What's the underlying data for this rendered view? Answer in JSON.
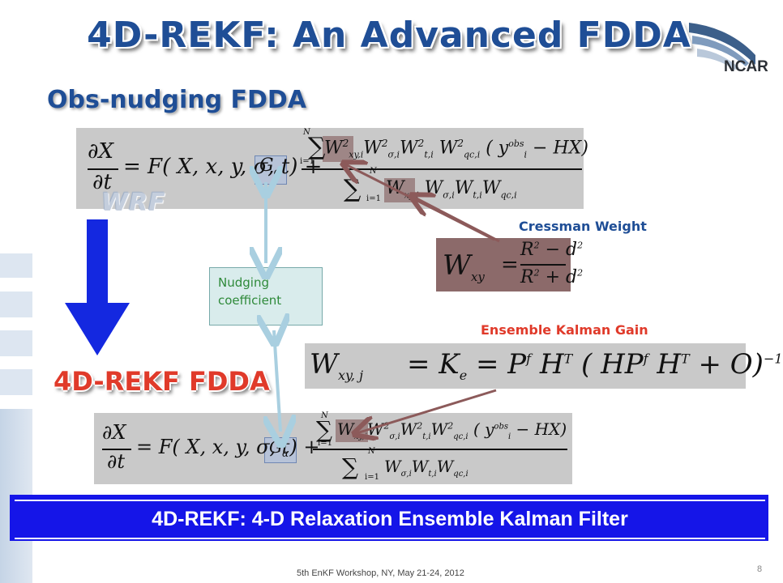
{
  "title": "4D-REKF: An Advanced FDDA",
  "heading_obs": "Obs-nudging FDDA",
  "heading_rekf": "4D-REKF FDDA",
  "wrf_label": "WRF",
  "logo": {
    "text": "NCAR"
  },
  "nudging_box": {
    "line1": "Nudging",
    "line2": "coefficient"
  },
  "cressman_label": "Cressman Weight",
  "ekg_label": "Ensemble Kalman Gain",
  "banner": "4D-REKF: 4-D Relaxation Ensemble Kalman Filter",
  "footer": "5th EnKF Workshop, NY, May 21-24, 2012",
  "page_number": "8",
  "colors": {
    "title": "#1f4e96",
    "red": "#e03a2a",
    "banner": "#1515e8",
    "arrow_brown": "#8c5a5a",
    "arrow_light": "#a9cfe0"
  },
  "eq_obs": {
    "lhs": "∂X / ∂t = F(X, x, y, σ, t) + G",
    "g_sub": "α",
    "num": "∑ W²xy,i W²σ,i W²t,i W²qc,i (y_i^obs − HX)",
    "den": "∑ Wxy,i Wσ,i Wt,i Wqc,i",
    "sum_limit_top": "N",
    "sum_limit_bottom": "i=1"
  },
  "eq_cressman": {
    "lhs": "W",
    "lhs_sub": "xy",
    "num": "R² − d²",
    "den": "R² + d²"
  },
  "eq_kalman": {
    "text": "W",
    "sub": "xy, j",
    "rhs": "= K",
    "rhs_sub": "e",
    "rest": "= PᶠHᵀ(HPᶠHᵀ + O)⁻¹"
  },
  "eq_rekf": {
    "lhs": "∂X / ∂t = F(X, x, y, σ, t) + G",
    "g_sub": "α",
    "num": "∑ W²σ,i W²t,i W²qc,i (y_i^obs − HX)",
    "num_w": "Wxy,i",
    "den": "∑ Wσ,i Wt,i Wqc,i",
    "sum_limit_top": "N",
    "sum_limit_bottom": "i=1"
  }
}
